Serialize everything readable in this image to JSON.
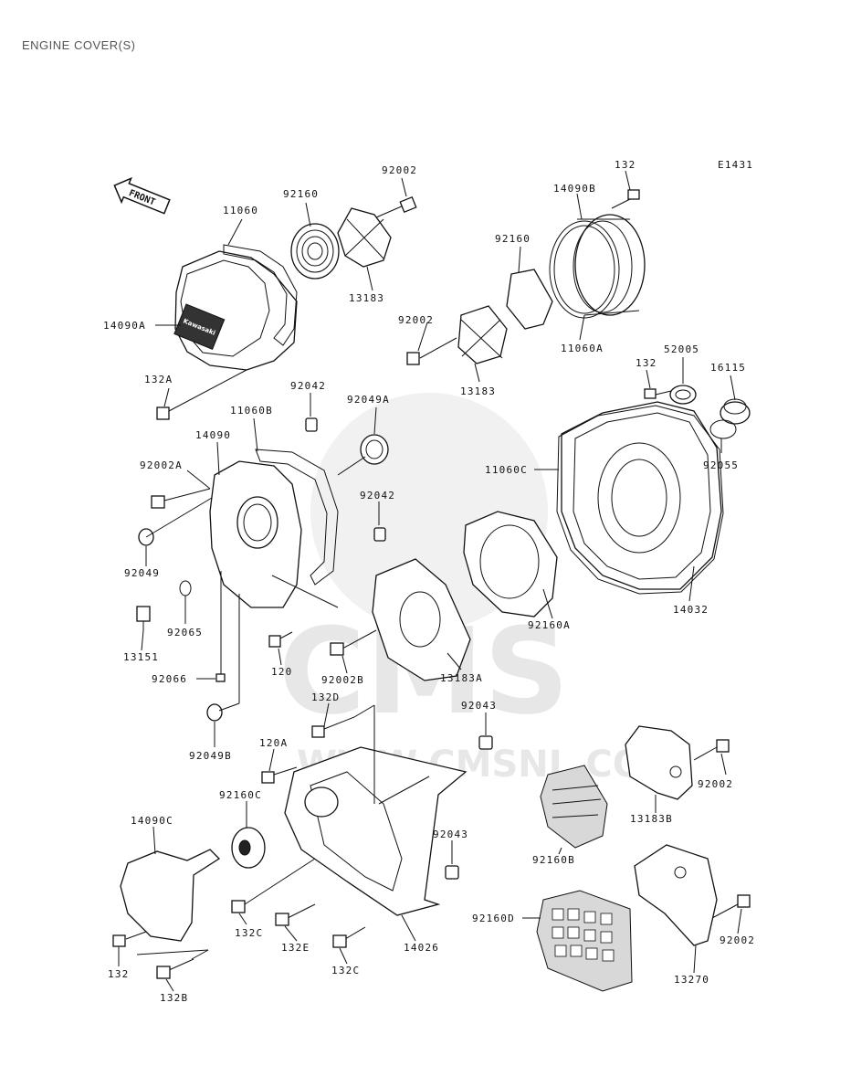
{
  "page": {
    "title": "ENGINE COVER(S)",
    "diagram_code": "E1431",
    "front_arrow": "FRONT"
  },
  "cover_brand": "Kawasaki",
  "watermark": {
    "logo": "CMS",
    "url": "WWW.CMSNL.COM"
  },
  "labels": {
    "l92002_top": "92002",
    "l132_top": "132",
    "l14090B": "14090B",
    "l92160_a": "92160",
    "l11060": "11060",
    "l92160_b": "92160",
    "l13183_a": "13183",
    "l14090A": "14090A",
    "l92002_mid": "92002",
    "l13183_b": "13183",
    "l11060A": "11060A",
    "l132A": "132A",
    "l132_r": "132",
    "l52005": "52005",
    "l16115": "16115",
    "l92042_a": "92042",
    "l11060B": "11060B",
    "l92049A": "92049A",
    "l14090": "14090",
    "l92002A": "92002A",
    "l11060C": "11060C",
    "l92055": "92055",
    "l92042_b": "92042",
    "l92049": "92049",
    "l92065": "92065",
    "l13151": "13151",
    "l120": "120",
    "l92002B": "92002B",
    "l13183A": "13183A",
    "l92160A": "92160A",
    "l14032": "14032",
    "l92066": "92066",
    "l132D": "132D",
    "l92043_a": "92043",
    "l92049B": "92049B",
    "l120A": "120A",
    "l92002_r1": "92002",
    "l92160C": "92160C",
    "l13183B": "13183B",
    "l14090C": "14090C",
    "l92043_b": "92043",
    "l92160B": "92160B",
    "l132C_a": "132C",
    "l132E": "132E",
    "l14026": "14026",
    "l92160D": "92160D",
    "l92002_r2": "92002",
    "l132_bl": "132",
    "l132C_b": "132C",
    "l132B": "132B",
    "l13270": "13270"
  }
}
